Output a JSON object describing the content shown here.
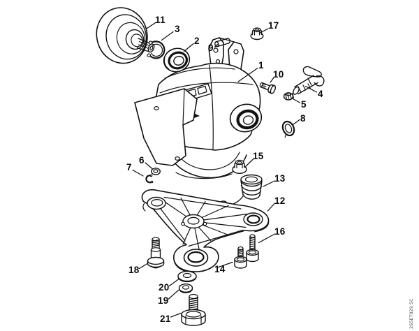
{
  "figure_code": "265ET029 SC",
  "colors": {
    "line": "#111111",
    "background": "#ffffff"
  },
  "callouts": [
    {
      "number": "11",
      "part": "clutch-drum"
    },
    {
      "number": "3",
      "part": "snap-ring"
    },
    {
      "number": "2",
      "part": "ball-bearing"
    },
    {
      "number": "17",
      "part": "flange-nut-top"
    },
    {
      "number": "9",
      "part": "pin"
    },
    {
      "number": "1",
      "part": "gear-housing"
    },
    {
      "number": "10",
      "part": "screw"
    },
    {
      "number": "4",
      "part": "shaft-with-lever"
    },
    {
      "number": "5",
      "part": "nut-small"
    },
    {
      "number": "8",
      "part": "sealing-ring"
    },
    {
      "number": "15",
      "part": "flange-nut-center"
    },
    {
      "number": "6",
      "part": "washer-small"
    },
    {
      "number": "7",
      "part": "e-clip"
    },
    {
      "number": "13",
      "part": "torsion-spring"
    },
    {
      "number": "12",
      "part": "base-plate"
    },
    {
      "number": "16",
      "part": "screw-long"
    },
    {
      "number": "18",
      "part": "collar-screw"
    },
    {
      "number": "14",
      "part": "screw-short"
    },
    {
      "number": "20",
      "part": "washer-flat"
    },
    {
      "number": "19",
      "part": "lock-washer"
    },
    {
      "number": "21",
      "part": "hex-head-bolt"
    }
  ]
}
